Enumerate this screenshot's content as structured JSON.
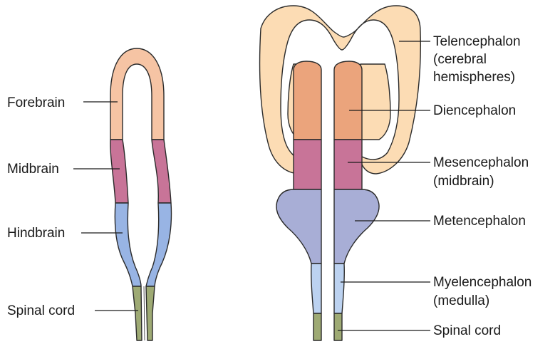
{
  "colors": {
    "forebrain": "#f6c4a4",
    "telencephalon": "#fcdcb4",
    "diencephalon": "#eba47c",
    "midbrain": "#c87498",
    "hindbrain": "#98b4e4",
    "metencephalon": "#a8aed6",
    "myelencephalon": "#bcd2f0",
    "spinal_cord": "#9eaa74"
  },
  "left": {
    "labels": {
      "forebrain": "Forebrain",
      "midbrain": "Midbrain",
      "hindbrain": "Hindbrain",
      "spinal_cord": "Spinal cord"
    }
  },
  "right": {
    "labels": {
      "telencephalon": {
        "line1": "Telencephalon",
        "line2": "(cerebral",
        "line3": "hemispheres)"
      },
      "diencephalon": "Diencephalon",
      "mesencephalon": {
        "line1": "Mesencephalon",
        "line2": "(midbrain)"
      },
      "metencephalon": "Metencephalon",
      "myelencephalon": {
        "line1": "Myelencephalon",
        "line2": "(medulla)"
      },
      "spinal_cord": "Spinal cord"
    }
  }
}
